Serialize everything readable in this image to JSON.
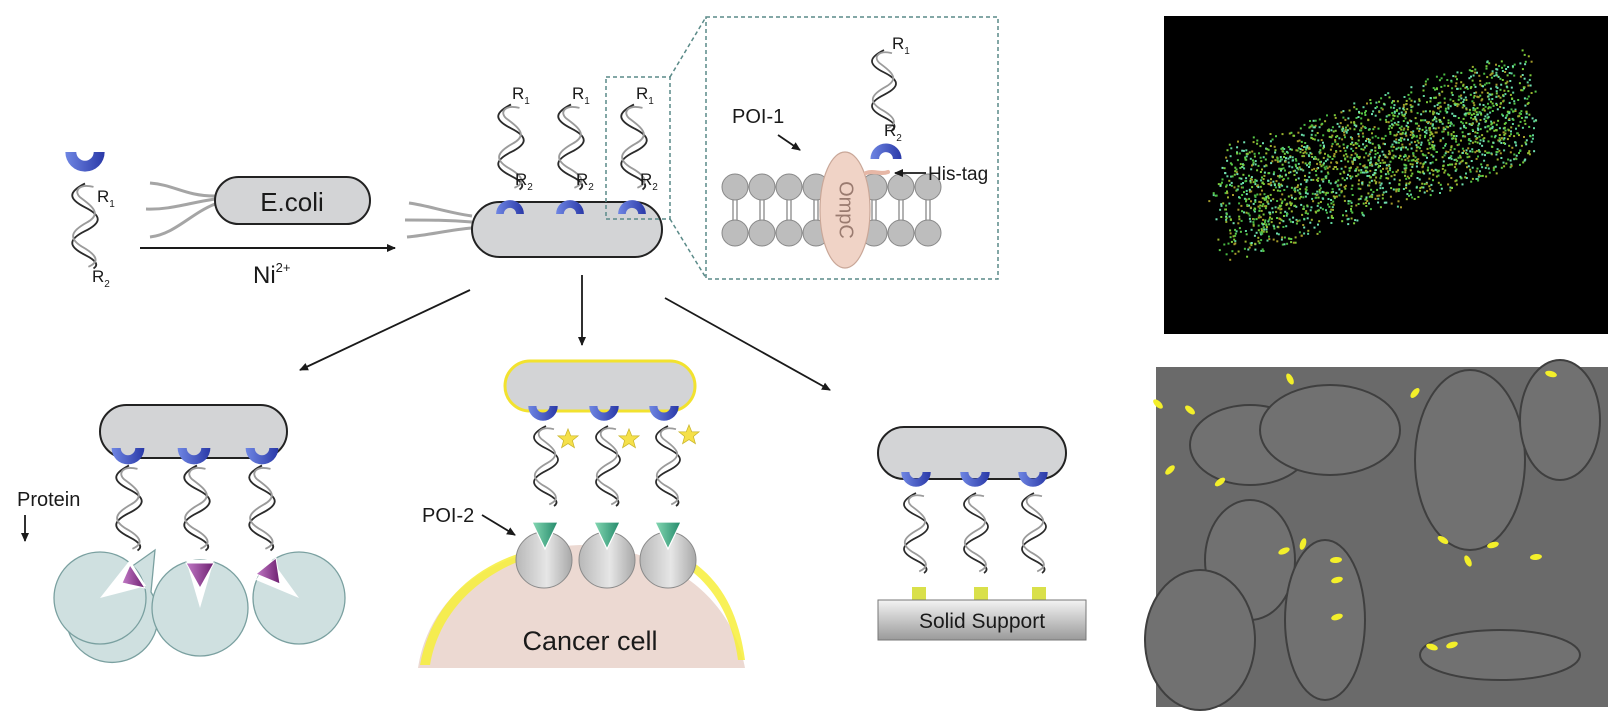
{
  "labels": {
    "ecoli": "E.coli",
    "nickel_base": "Ni",
    "nickel_charge": "2+",
    "r1_base": "R",
    "r1_sub": "1",
    "r2_base": "R",
    "r2_sub": "2",
    "poi1": "POI-1",
    "his_tag": "His-tag",
    "ompc": "OmpC",
    "protein": "Protein",
    "poi2": "POI-2",
    "cancer_cell": "Cancer cell",
    "solid_support": "Solid Support"
  },
  "colors": {
    "anchor_blue": "#3b4cc0",
    "bacterium_fill": "#d3d4d6",
    "protein_fill": "#cfe0e0",
    "ligand_purple": "#8a2a8a",
    "ligand_green": "#3aa57a",
    "star_yellow": "#f5e04a",
    "cell_fill": "#ecd9d2",
    "cell_edge_yellow": "#f7ef3a",
    "ompc_fill": "#f0d3c6",
    "lipid_gray": "#bdbdbd",
    "inset_dashed": "#5a8a88",
    "support_square": "#d9e04a",
    "micro1_bg": "#000000",
    "micro2_bg": "#5e5e5e"
  },
  "panels": {
    "top_micrograph": "super-resolution image of labeled E. coli (green/yellow point cloud)",
    "bottom_micrograph": "bright-field image of cancer cells with yellow fluorescent bacteria"
  }
}
